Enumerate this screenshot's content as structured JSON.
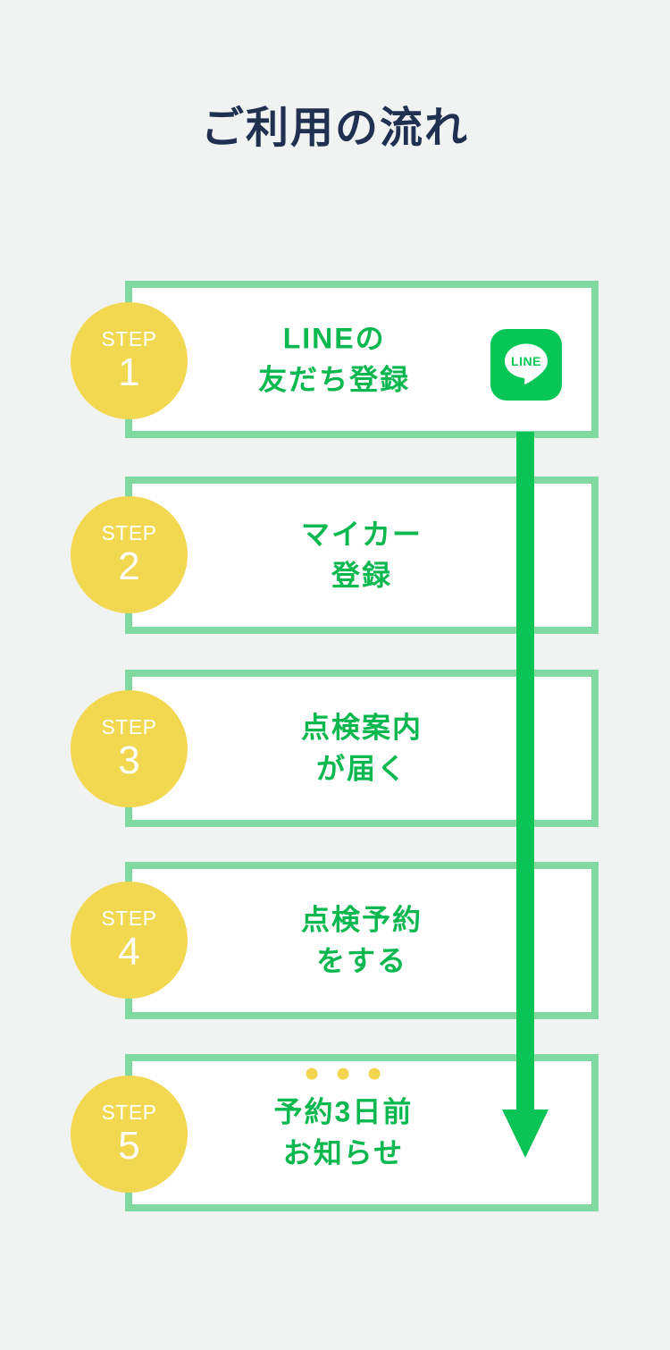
{
  "page": {
    "title": "ご利用の流れ",
    "background_color": "#f1f2f2",
    "title_color": "#1f3050"
  },
  "theme": {
    "card_border_color": "#7fd9a0",
    "card_background": "#ffffff",
    "label_green": "#0ab84f",
    "badge_yellow": "#f2d751",
    "arrow_green": "#0ac455",
    "dot_yellow": "#f2d44f",
    "line_brand_green": "#06c755"
  },
  "flow": {
    "arrow": {
      "name": "downward-flow-arrow",
      "direction": "down",
      "from_step": 1,
      "to_step": 5
    },
    "steps": [
      {
        "badge_word": "STEP",
        "badge_number": "1",
        "label_lines": [
          "LINEの",
          "友だち登録"
        ],
        "icon": "line-logo-icon",
        "icon_text": "LINE",
        "dots": 0
      },
      {
        "badge_word": "STEP",
        "badge_number": "2",
        "label_lines": [
          "マイカー",
          "登録"
        ],
        "icon": null,
        "dots": 0
      },
      {
        "badge_word": "STEP",
        "badge_number": "3",
        "label_lines": [
          "点検案内",
          "が届く"
        ],
        "icon": null,
        "dots": 0
      },
      {
        "badge_word": "STEP",
        "badge_number": "4",
        "label_lines": [
          "点検予約",
          "をする"
        ],
        "icon": null,
        "dots": 0
      },
      {
        "badge_word": "STEP",
        "badge_number": "5",
        "label_lines": [
          "予約3日前",
          "お知らせ"
        ],
        "icon": null,
        "dots": 3
      }
    ]
  }
}
